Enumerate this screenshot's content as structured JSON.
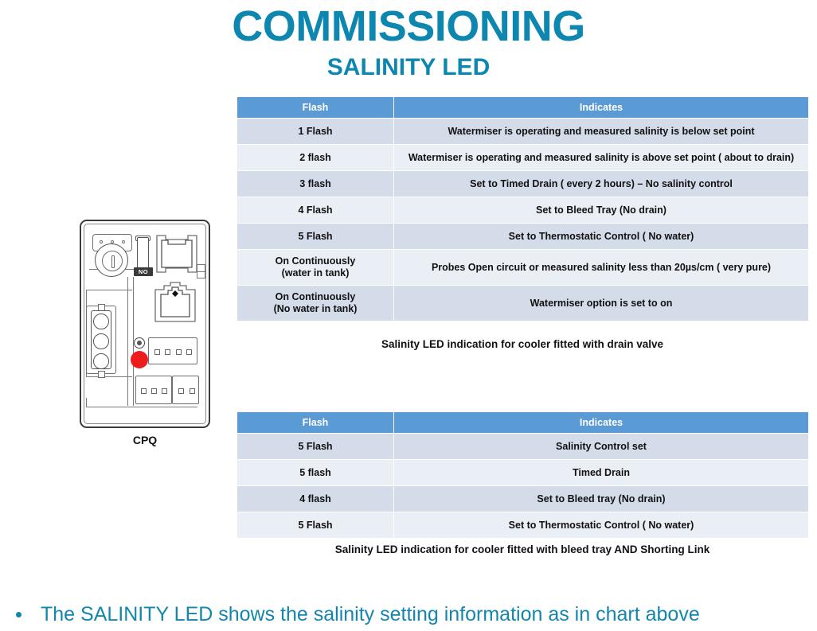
{
  "slide": {
    "title": "COMMISSIONING",
    "subtitle": "SALINITY LED"
  },
  "device": {
    "label": "CPQ",
    "jumper_label": "NO",
    "led_color": "#EE1C1C",
    "icons": {
      "potentiometer": "rotary-dial-icon",
      "jumper": "jumper-link-icon",
      "rj_connector_1": "rj-connector-icon",
      "rj_connector_2": "rj-connector-icon",
      "salinity_led": "red-led-indicator-icon",
      "screw_terminal": "screw-icon"
    }
  },
  "table1": {
    "headers": [
      "Flash",
      "Indicates"
    ],
    "rows": [
      [
        "1 Flash",
        "Watermiser is operating and measured salinity is below set point"
      ],
      [
        "2 flash",
        "Watermiser is operating and measured salinity is above set point ( about to drain)"
      ],
      [
        "3 flash",
        "Set to Timed Drain ( every  2 hours) – No salinity control"
      ],
      [
        "4 Flash",
        "Set to Bleed Tray (No drain)"
      ],
      [
        "5 Flash",
        "Set to Thermostatic Control ( No water)"
      ],
      [
        "On Continuously\n(water in tank)",
        "Probes Open circuit or measured salinity less than 20µs/cm ( very pure)"
      ],
      [
        "On Continuously\n(No water in tank)",
        "Watermiser option is set to on"
      ]
    ],
    "caption": "Salinity LED indication for cooler fitted with drain valve"
  },
  "table2": {
    "headers": [
      "Flash",
      "Indicates"
    ],
    "rows": [
      [
        "5 Flash",
        "Salinity Control set"
      ],
      [
        "5 flash",
        "Timed Drain"
      ],
      [
        "4 flash",
        "Set to Bleed tray (No drain)"
      ],
      [
        "5 Flash",
        "Set to Thermostatic Control ( No water)"
      ]
    ],
    "caption": "Salinity LED indication for cooler fitted with bleed tray AND Shorting Link"
  },
  "bullet": {
    "text": "The SALINITY LED shows the salinity setting information as in  chart above"
  },
  "colors": {
    "title": "#0E87B0",
    "table_header": "#5B9BD5",
    "row_odd": "#D4DCEA",
    "row_even": "#EAEEF5",
    "bullet_text": "#1386AE",
    "led_red": "#EE1C1C"
  }
}
